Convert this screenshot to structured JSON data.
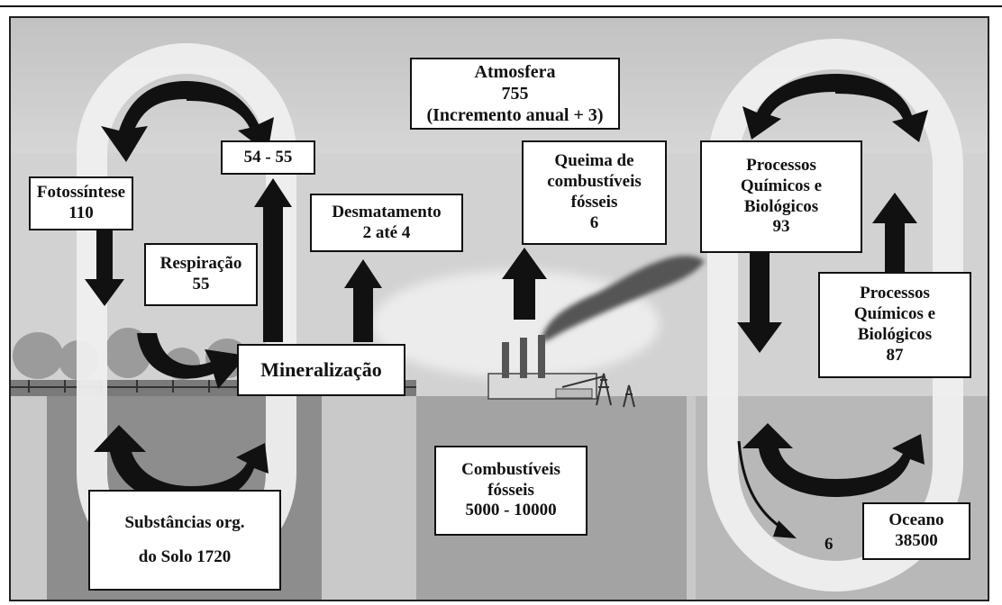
{
  "labels": {
    "atmosfera": [
      "Atmosfera",
      "755",
      "(Incremento anual + 3)"
    ],
    "respiracao_total": [
      "54 - 55"
    ],
    "fotossintese": [
      "Fotossíntese",
      "110"
    ],
    "respiracao": [
      "Respiração",
      "55"
    ],
    "desmatamento": [
      "Desmatamento",
      "2 até 4"
    ],
    "queima": [
      "Queima de",
      "combustíveis",
      "fósseis",
      "6"
    ],
    "processos_oceano_desce": [
      "Processos",
      "Químicos e",
      "Biológicos",
      "93"
    ],
    "processos_oceano_sobe": [
      "Processos",
      "Químicos e",
      "Biológicos",
      "87"
    ],
    "mineralizacao": [
      "Mineralização"
    ],
    "substancias_solo": [
      "Substâncias org.",
      "do Solo  1720"
    ],
    "combustiveis_fosseis": [
      "Combustíveis",
      "fósseis",
      "5000 - 10000"
    ],
    "oceano": [
      "Oceano",
      "38500"
    ],
    "fluxo_oceano_profundo": "6"
  },
  "colors": {
    "sky": "#cfcfcf",
    "ground": "#9a9a9a",
    "ocean": "#b3b3b3",
    "arrow": "#111111",
    "loop": "#ededed",
    "box": "#ffffff"
  },
  "icons": [
    "factory-icon",
    "smoke-plume-icon",
    "power-pylon-icon",
    "tree-line-icon"
  ]
}
